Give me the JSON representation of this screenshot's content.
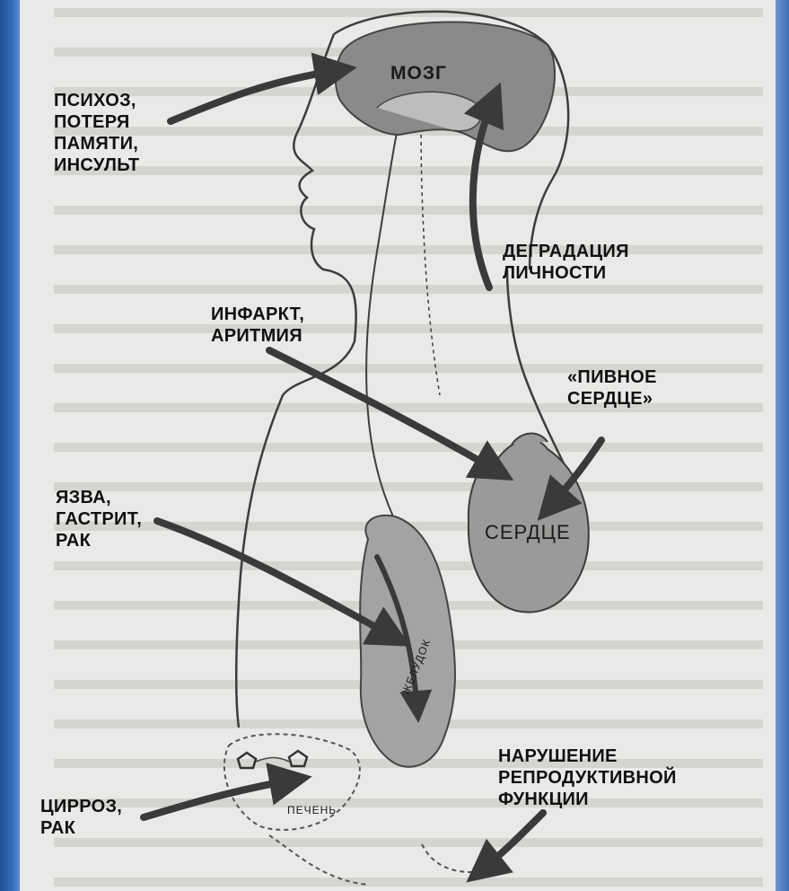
{
  "organs": {
    "brain": "МОЗГ",
    "heart": "СЕРДЦЕ",
    "stomach": "ЖЕЛУДОК",
    "liver": "ПЕЧЕНЬ"
  },
  "effects": {
    "psychosis": "ПСИХОЗ,\nПОТЕРЯ\nПАМЯТИ,\nИНСУЛЬТ",
    "degradation": "ДЕГРАДАЦИЯ\nЛИЧНОСТИ",
    "infarct": "ИНФАРКТ,\nАРИТМИЯ",
    "beer_heart": "«ПИВНОЕ\nСЕРДЦЕ»",
    "ulcer": "ЯЗВА,\nГАСТРИТ,\nРАК",
    "reproductive": "НАРУШЕНИЕ\nРЕПРОДУКТИВНОЙ\nФУНКЦИИ",
    "cirrhosis": "ЦИРРОЗ,\nРАК"
  }
}
